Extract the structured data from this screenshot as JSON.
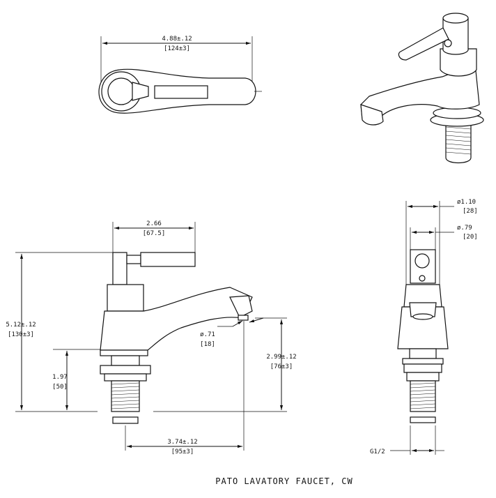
{
  "title": "PATO LAVATORY FAUCET, CW",
  "top_view": {
    "width_in": "4.88±.12",
    "width_mm": "[124±3]"
  },
  "front_view": {
    "handle_reach_in": "2.66",
    "handle_reach_mm": "[67.5]",
    "height_in": "5.12±.12",
    "height_mm": "[130±3]",
    "shank_in": "1.97",
    "shank_mm": "[50]",
    "spout_dia_in": "ø.71",
    "spout_dia_mm": "[18]",
    "spout_height_in": "2.99±.12",
    "spout_height_mm": "[76±3]",
    "spout_reach_in": "3.74±.12",
    "spout_reach_mm": "[95±3]"
  },
  "side_view": {
    "body_dia_in": "ø1.10",
    "body_dia_mm": "[28]",
    "stem_dia_in": "ø.79",
    "stem_dia_mm": "[20]",
    "thread": "G1/2"
  }
}
